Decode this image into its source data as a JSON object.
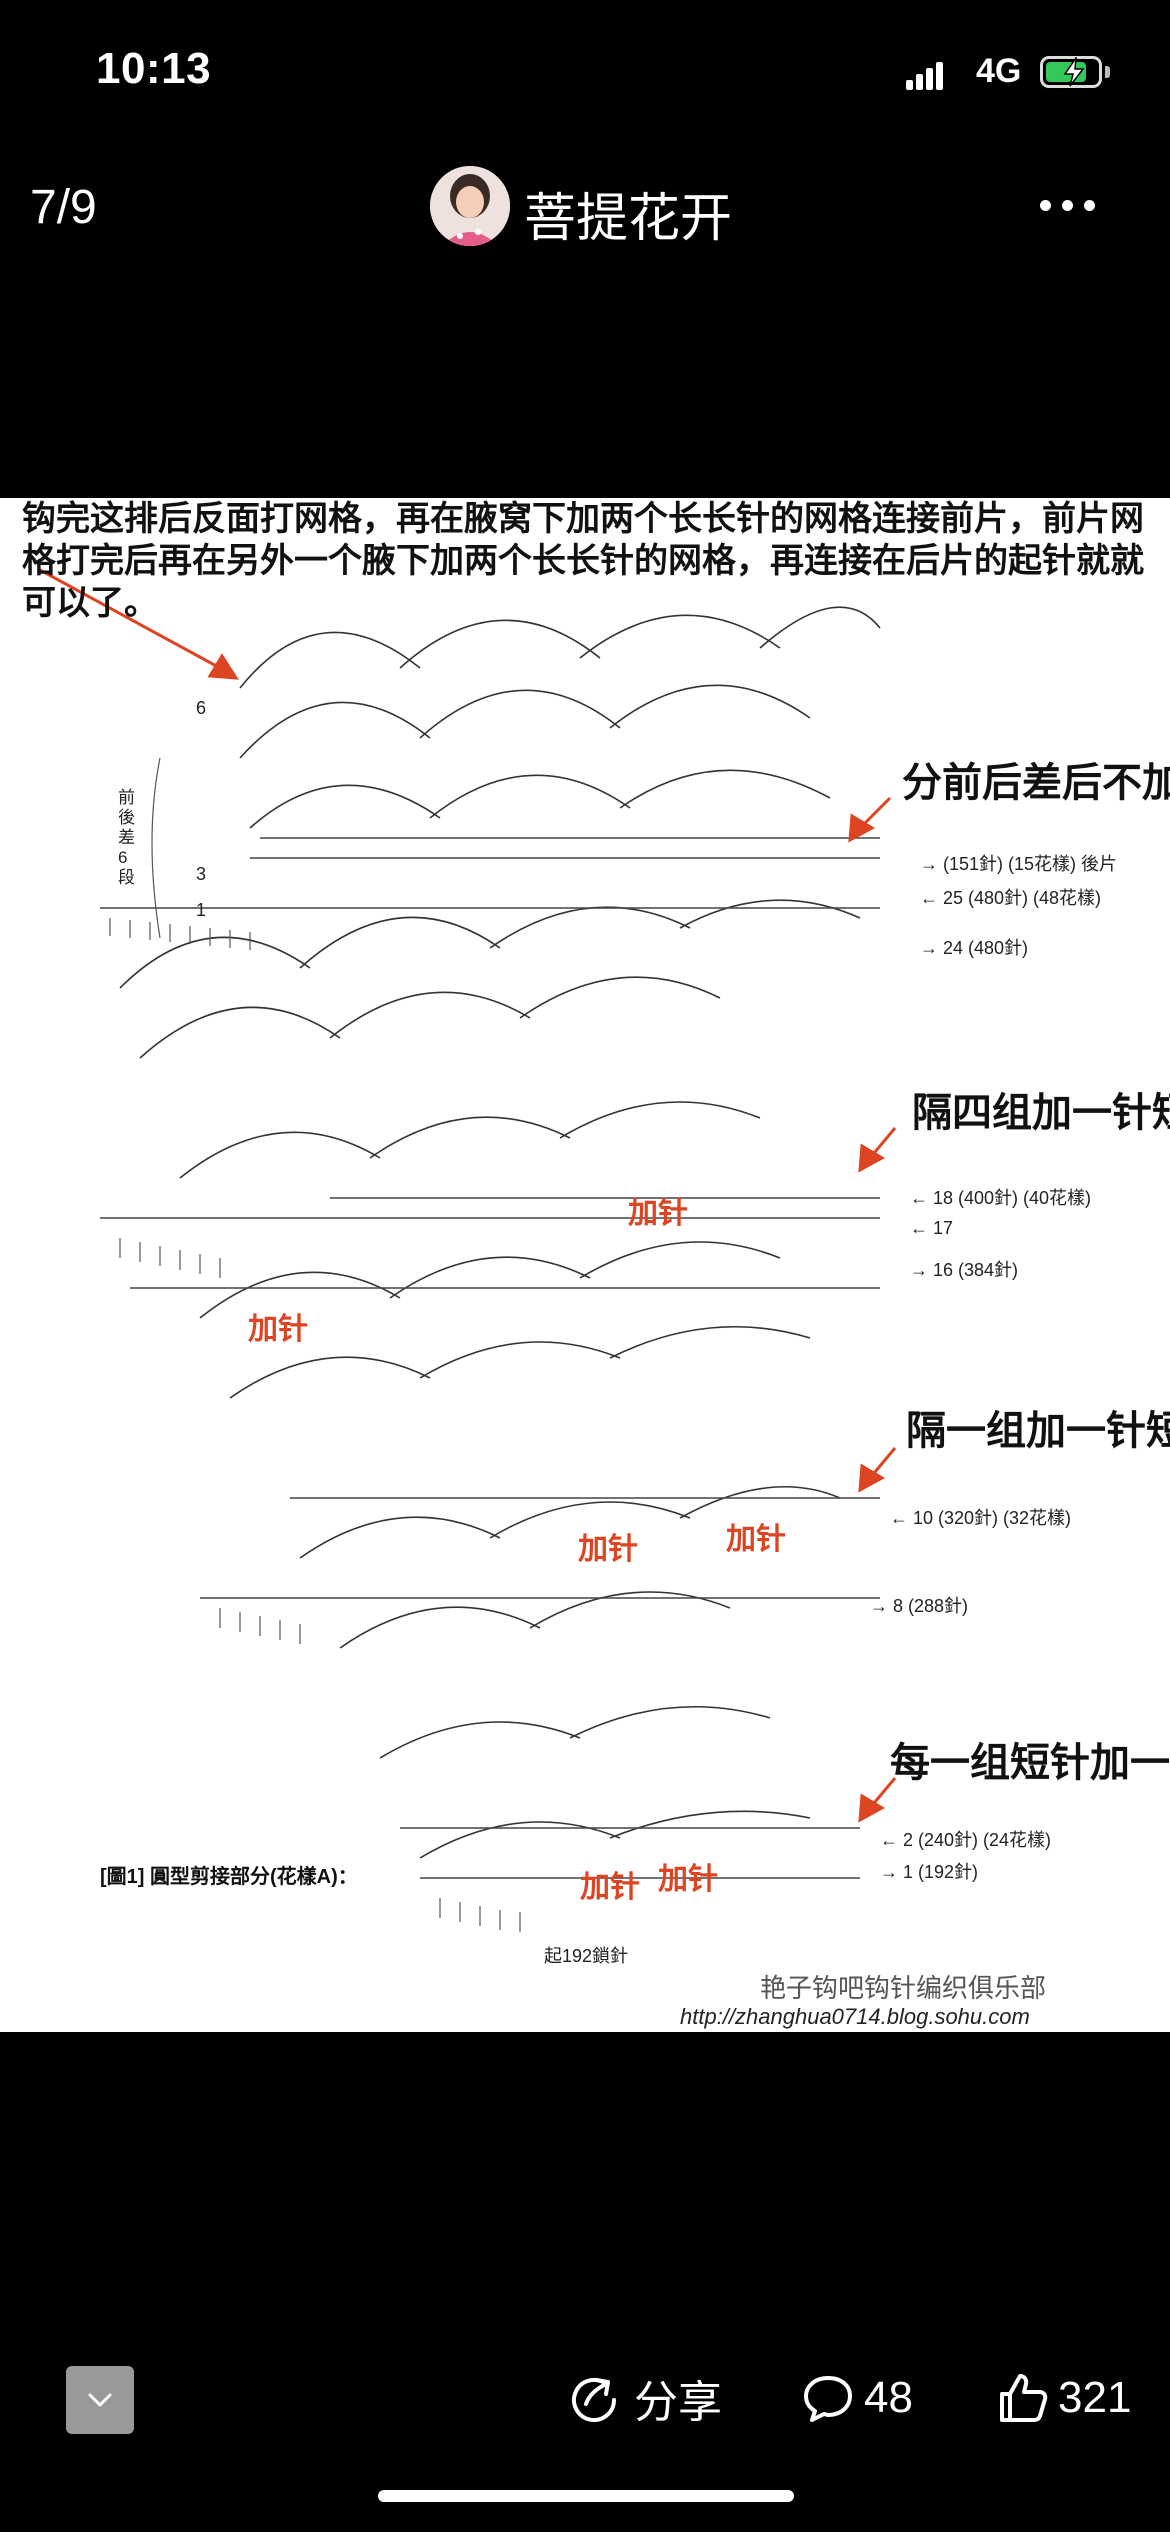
{
  "status_bar": {
    "time": "10:13",
    "network": "4G",
    "battery_level": 0.8,
    "battery_color": "#34c759"
  },
  "header": {
    "page_indicator": "7/9",
    "author_name": "菩提花开",
    "avatar_icon": "avatar-photo",
    "more_icon": "more-horizontal-icon"
  },
  "image": {
    "instruction_text": "钩完这排后反面打网格，再在腋窝下加两个长长针的网格连接前片，前片网格打完后再在另外一个腋下加两个长长针的网格，再连接在后片的起针就就可以了。",
    "annotations": [
      "分前后差后不加针",
      "隔四组加一针短针",
      "隔一组加一针短针",
      "每一组短针加一针"
    ],
    "row_labels": [
      "→ (151針) (15花樣) 後片",
      "← 25 (480針) (48花樣)",
      "→ 24 (480針)",
      "← 18 (400針) (40花樣)",
      "← 17",
      "→ 16 (384針)",
      "← 10 (320針) (32花樣)",
      "→ 8 (288針)",
      "← 2 (240針) (24花樣)",
      "→ 1 (192針)"
    ],
    "side_label": "前後差6段",
    "left_row_numbers": [
      "6",
      "3",
      "1"
    ],
    "red_marks": [
      "加针",
      "加针",
      "加针",
      "加针",
      "加针",
      "加针"
    ],
    "figure_caption": "[圖1] 圓型剪接部分(花樣A)：",
    "start_label": "起192鎖針",
    "watermark": "艳子钩吧钩针编织俱乐部",
    "url": "http://zhanghua0714.blog.sohu.com"
  },
  "bottom_bar": {
    "collapse_icon": "chevron-down-icon",
    "share_icon": "share-icon",
    "share_label": "分享",
    "comment_icon": "comment-icon",
    "comment_count": "48",
    "like_icon": "thumbs-up-icon",
    "like_count": "321"
  },
  "colors": {
    "background": "#000000",
    "annotation_red": "#dd2222"
  }
}
